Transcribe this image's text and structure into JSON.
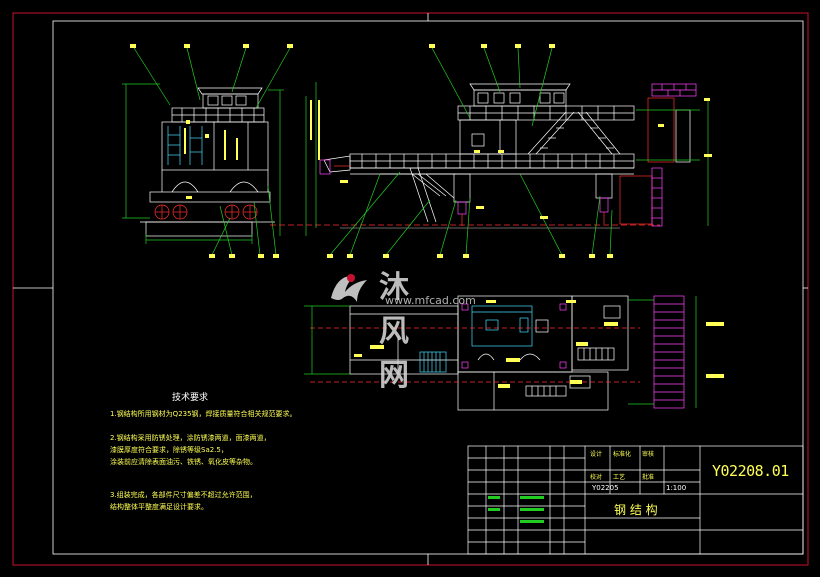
{
  "drawing": {
    "code": "Y02208.01",
    "component_name": "钢 结 构",
    "scale": "1:100",
    "tech_requirements": {
      "title": "技术要求",
      "items": [
        "1.钢结构所用钢材为Q235钢，焊接质量符合相关规范要求。",
        "2.钢结构采用防锈处理，涂防锈漆两道，面漆两道，",
        "  漆膜厚度符合要求，除锈等级Sa2.5，",
        "  涂装前应清除表面油污、铁锈、氧化皮等杂物。",
        "3.组装完成，各部件尺寸偏差不超过允许范围，",
        "  结构整体平整度满足设计要求。"
      ]
    },
    "title_block": {
      "r1c1": "设计",
      "r1c2": "标准化",
      "r1c3": "审核",
      "r2c1": "校对",
      "r2c2": "工艺",
      "r2c3": "批准",
      "r3": "Y02205"
    }
  },
  "watermark": {
    "text": "沐风网",
    "url": "www.mfcad.com"
  },
  "icons": {
    "logo": "mufeng-logo-icon"
  },
  "colors": {
    "background": "#000000",
    "frame": "#c8102e",
    "line_white": "#ffffff",
    "line_green": "#22cc22",
    "line_yellow": "#ffff55",
    "line_magenta": "#ff44ff",
    "line_red": "#ff3030",
    "line_cyan": "#44ddff"
  }
}
